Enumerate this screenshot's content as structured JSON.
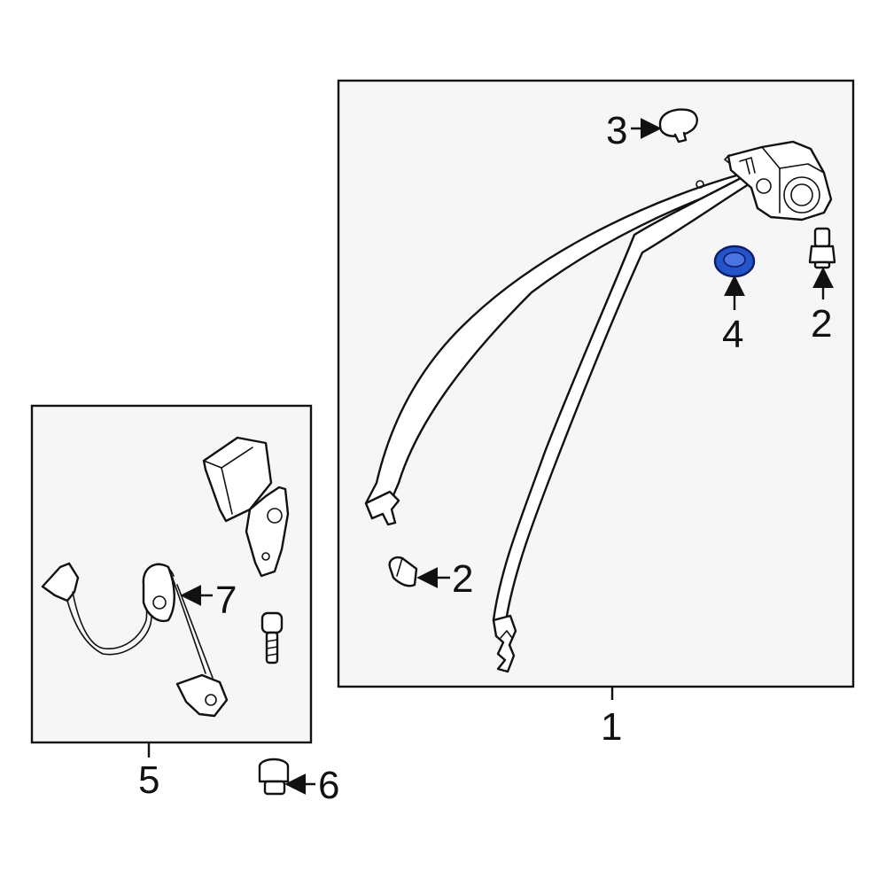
{
  "callouts": {
    "c1": "1",
    "c2_upper": "2",
    "c2_lower": "2",
    "c3": "3",
    "c4": "4",
    "c5": "5",
    "c6": "6",
    "c7": "7"
  },
  "colors": {
    "highlight_fill": "#2553c9",
    "highlight_stroke": "#0a1d6b",
    "panel_bg": "#f6f6f6",
    "line": "#111111"
  },
  "highlighted_part": "4"
}
